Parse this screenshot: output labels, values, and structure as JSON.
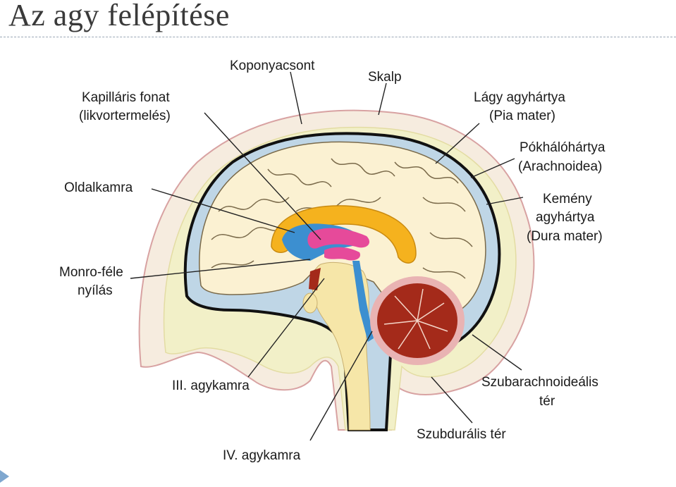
{
  "slide": {
    "title": "Az agy felépítése"
  },
  "labels": {
    "koponyacsont": "Koponyacsont",
    "skalp": "Skalp",
    "kapillaris_1": "Kapilláris fonat",
    "kapillaris_2": "(likvortermelés)",
    "lagy_1": "Lágy agyhártya",
    "lagy_2": "(Pia mater)",
    "pokhalo_1": "Pókhálóhártya",
    "pokhalo_2": "(Arachnoidea)",
    "oldalkamra": "Oldalkamra",
    "kemeny_1": "Kemény",
    "kemeny_2": "agyhártya",
    "kemeny_3": "(Dura mater)",
    "monro_1": "Monro-féle",
    "monro_2": "nyílás",
    "iii_agykamra": "III. agykamra",
    "szubarach_1": "Szubarachnoideális",
    "szubarach_2": "tér",
    "szubduralis": "Szubdurális tér",
    "iv_agykamra": "IV. agykamra"
  },
  "colors": {
    "scalp": "#f6ecdf",
    "scalp_edge": "#d8a2a2",
    "bone": "#f2f0c8",
    "csf": "#bfd6e6",
    "dura": "#111111",
    "cortex": "#fbf1d2",
    "sulci": "#7a6a4a",
    "corpus_callosum": "#f5b21e",
    "ventricle": "#3c8fd0",
    "plexus": "#e64a9a",
    "cerebellum": "#a42a1a",
    "brainstem": "#f6e6a8"
  }
}
